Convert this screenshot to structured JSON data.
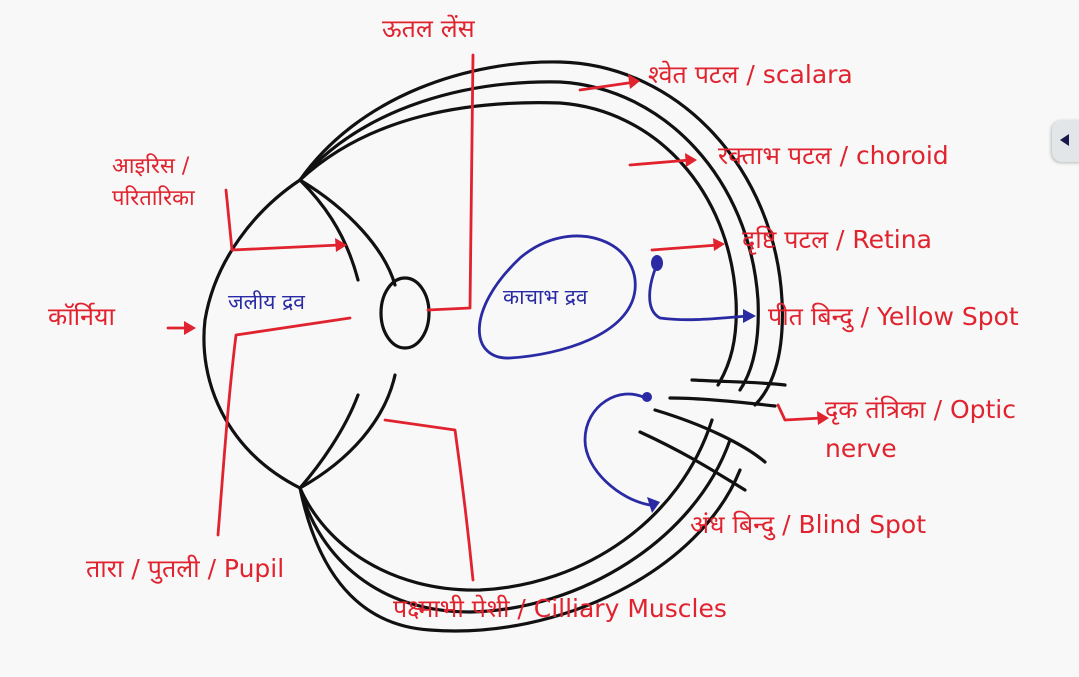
{
  "labels": {
    "convex_lens": "ऊतल लेंस",
    "sclera": "श्वेत पटल / scalara",
    "choroid": "रक्ताभ पटल / choroid",
    "retina": "दृष्टि पटल / Retina",
    "yellow_spot": "पीत बिन्दु / Yellow Spot",
    "optic_nerve_line1": "दृक तंत्रिका / Optic",
    "optic_nerve_line2": "nerve",
    "blind_spot": "अंध बिन्दु / Blind Spot",
    "ciliary_muscles": "पक्ष्माभी पेशी / Cilliary Muscles",
    "pupil": "तारा / पुतली / Pupil",
    "cornea": "कॉर्निया",
    "iris_line1": "आइरिस /",
    "iris_line2": "परितारिका",
    "aqueous_humour": "जलीय द्रव",
    "vitreous_humour": "काचाभ द्रव"
  },
  "colors": {
    "label_red": "#e0232f",
    "label_blue": "#2a2aa4",
    "outline_black": "#111111",
    "background": "#f7f8f7"
  },
  "icons": {
    "scroll_tab": "chevron-left-icon"
  }
}
